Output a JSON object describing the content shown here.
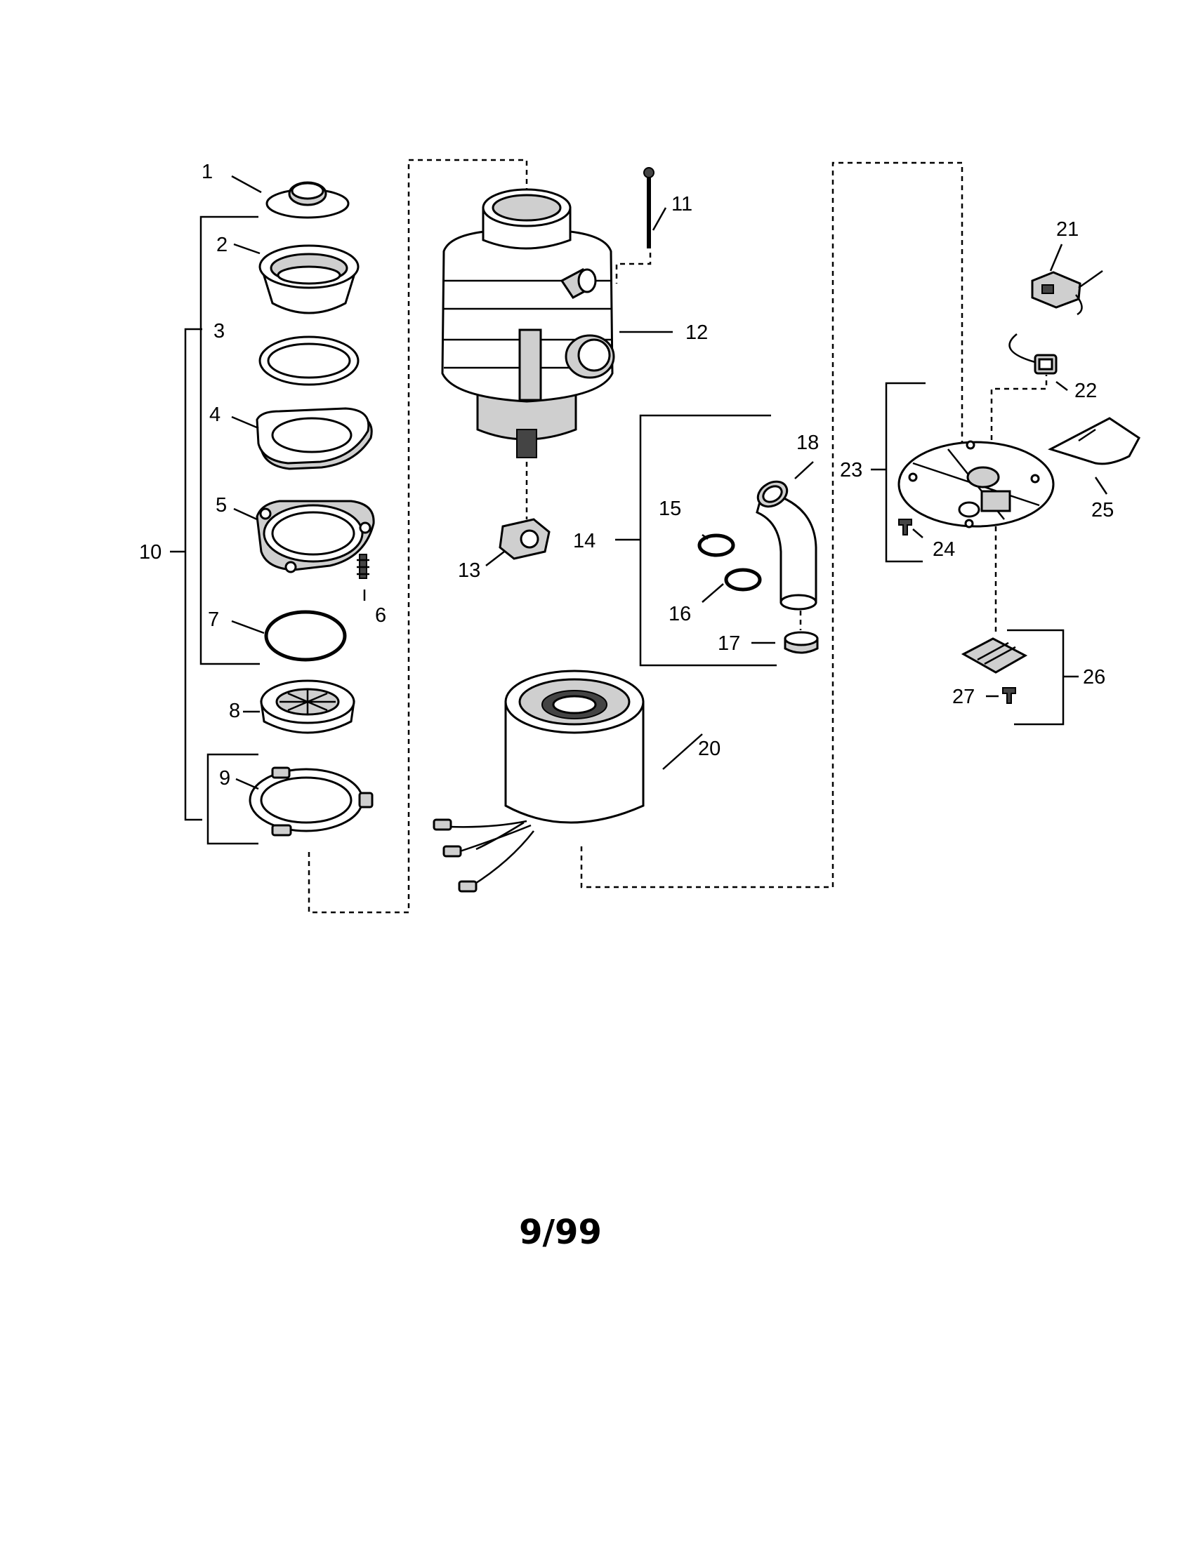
{
  "callouts": {
    "c1": "1",
    "c2": "2",
    "c3": "3",
    "c4": "4",
    "c5": "5",
    "c6": "6",
    "c7": "7",
    "c8": "8",
    "c9": "9",
    "c10": "10",
    "c11": "11",
    "c12": "12",
    "c13": "13",
    "c14": "14",
    "c15": "15",
    "c16": "16",
    "c17": "17",
    "c18": "18",
    "c20": "20",
    "c21": "21",
    "c22": "22",
    "c23": "23",
    "c24": "24",
    "c25": "25",
    "c26": "26",
    "c27": "27"
  },
  "footer": {
    "date": "9/99"
  }
}
